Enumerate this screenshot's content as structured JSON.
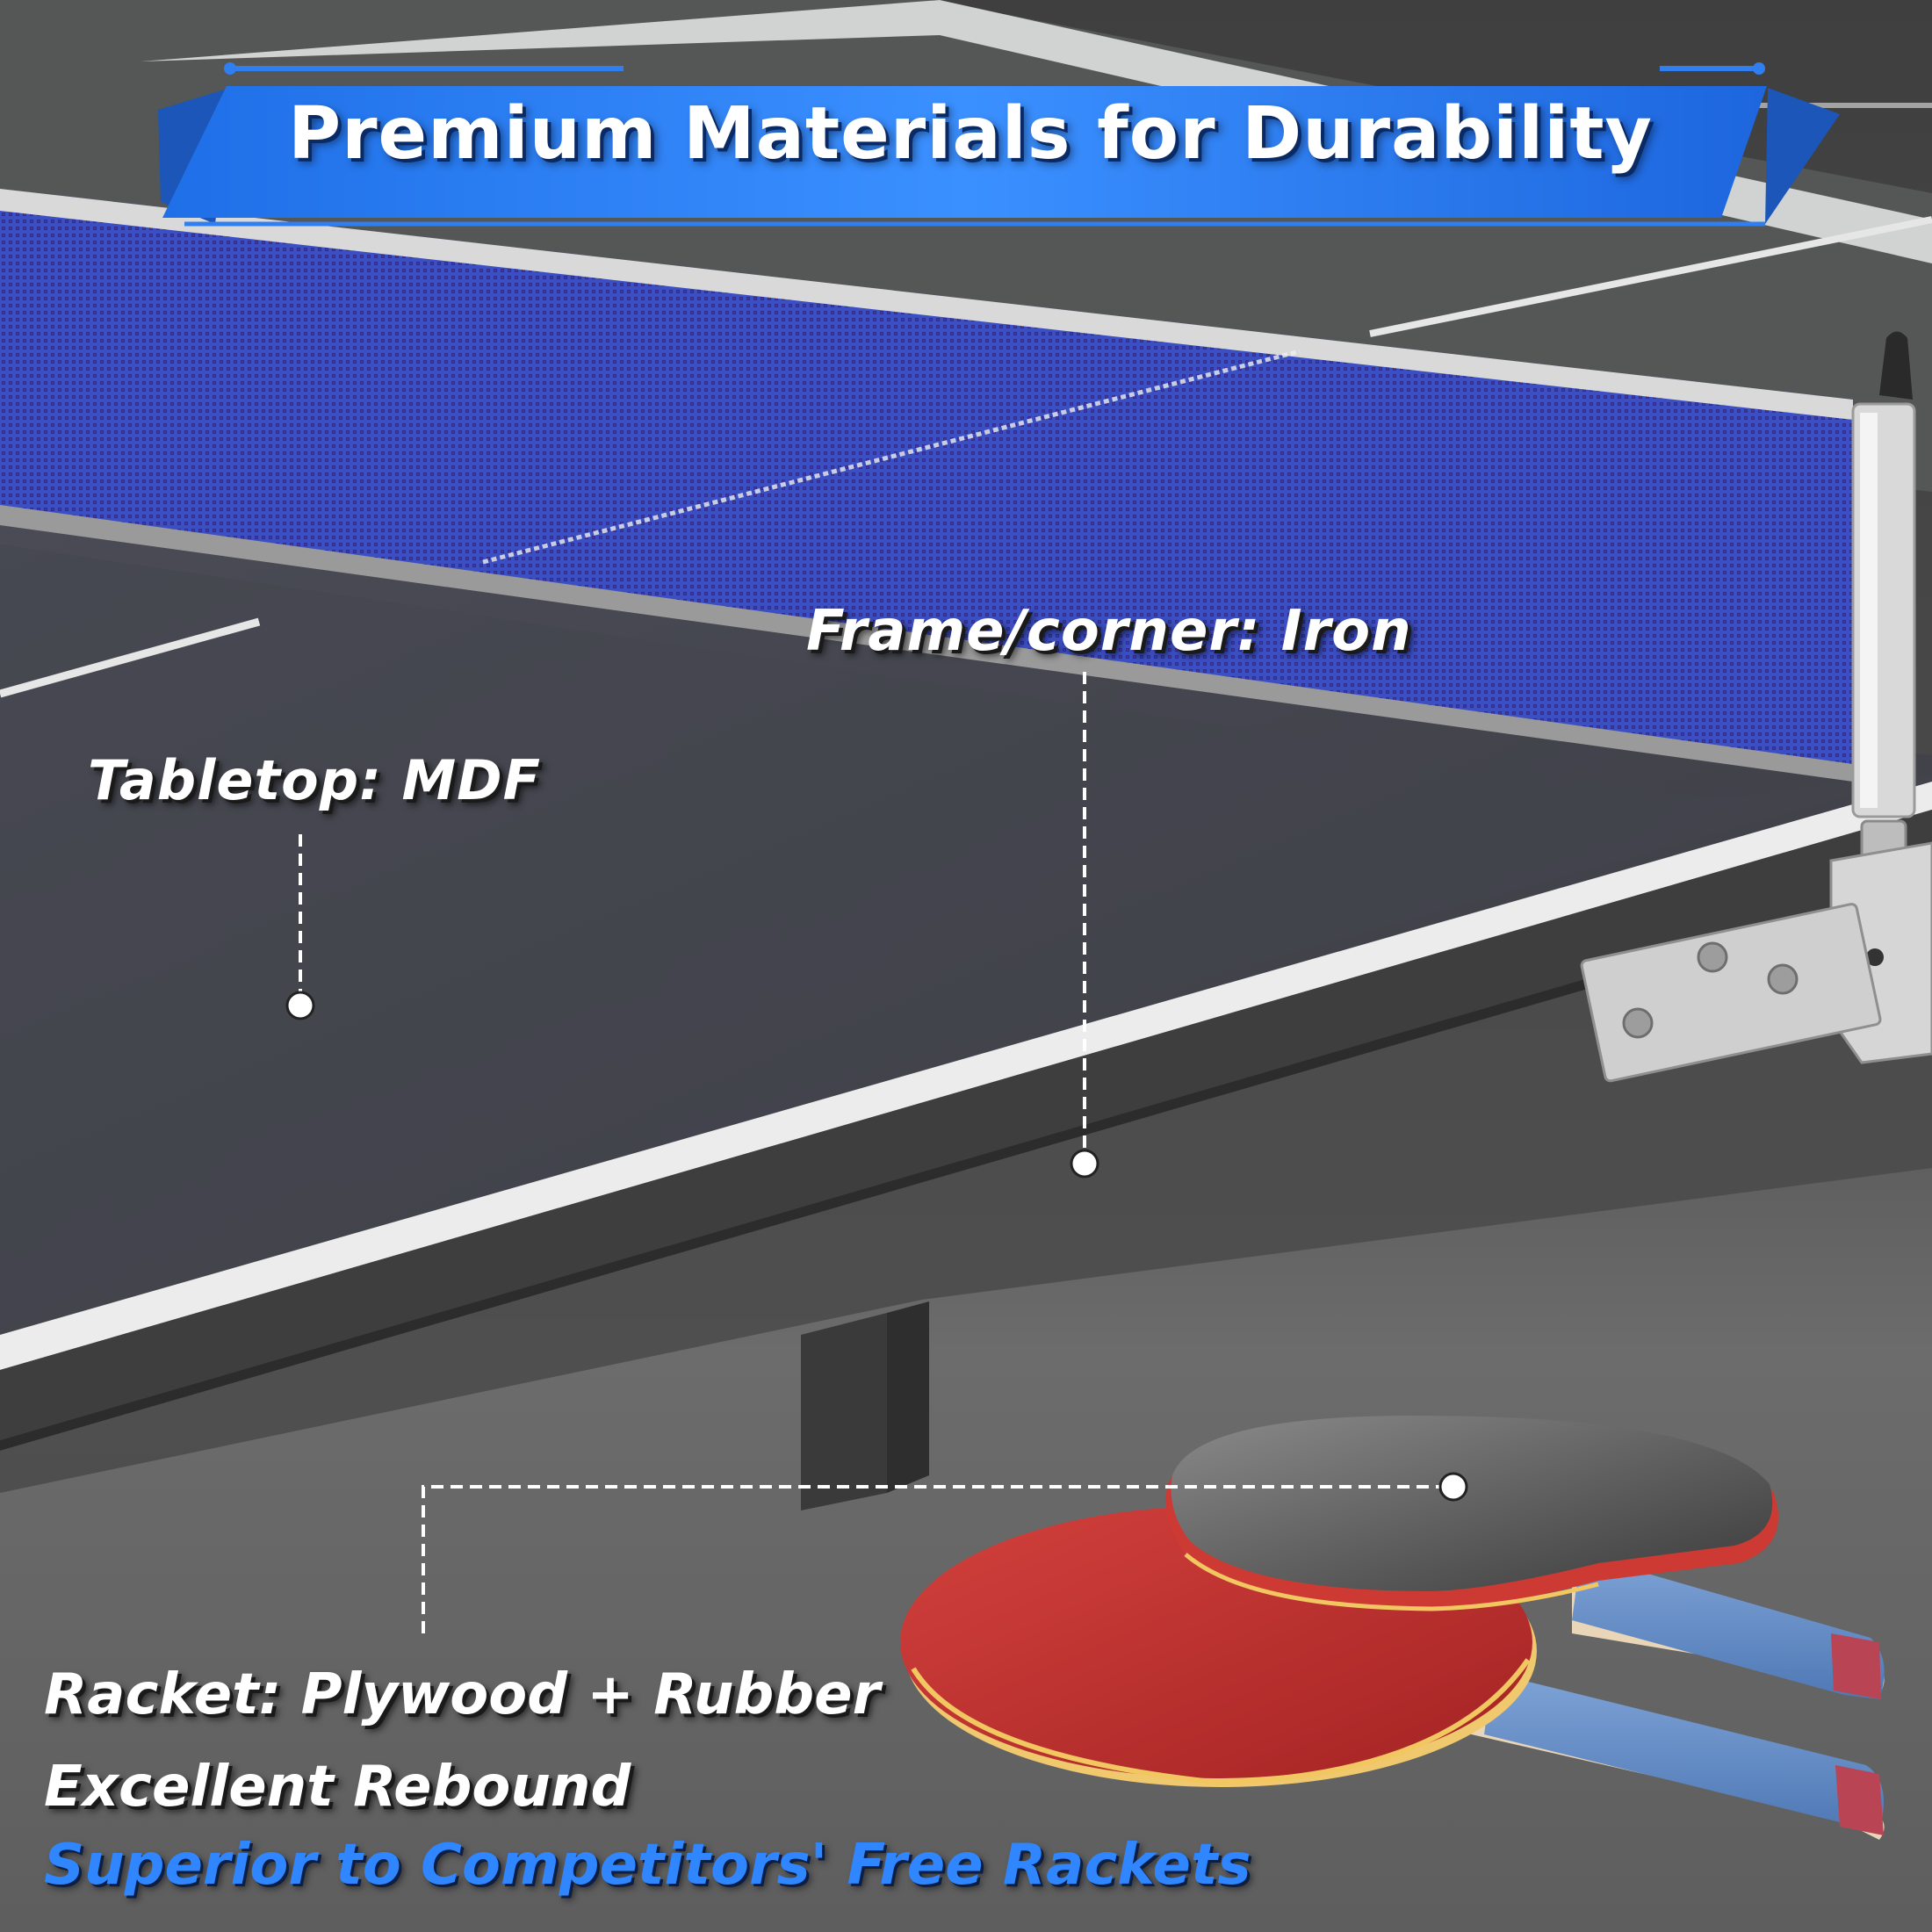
{
  "banner": {
    "title": "Premium Materials for Durability"
  },
  "callouts": {
    "tabletop": "Tabletop: MDF",
    "frame": "Frame/corner: Iron",
    "racket": "Racket: Plywood + Rubber",
    "rebound": "Excellent Rebound",
    "superior": "Superior to Competitors' Free Rackets"
  },
  "colors": {
    "banner_blue": "#2b7ff5",
    "net_blue": "#3d52c6",
    "accent_text_blue": "#2f86ff",
    "table_surface": "#4b4b53"
  },
  "icons": [
    "callout-dot-icon"
  ]
}
